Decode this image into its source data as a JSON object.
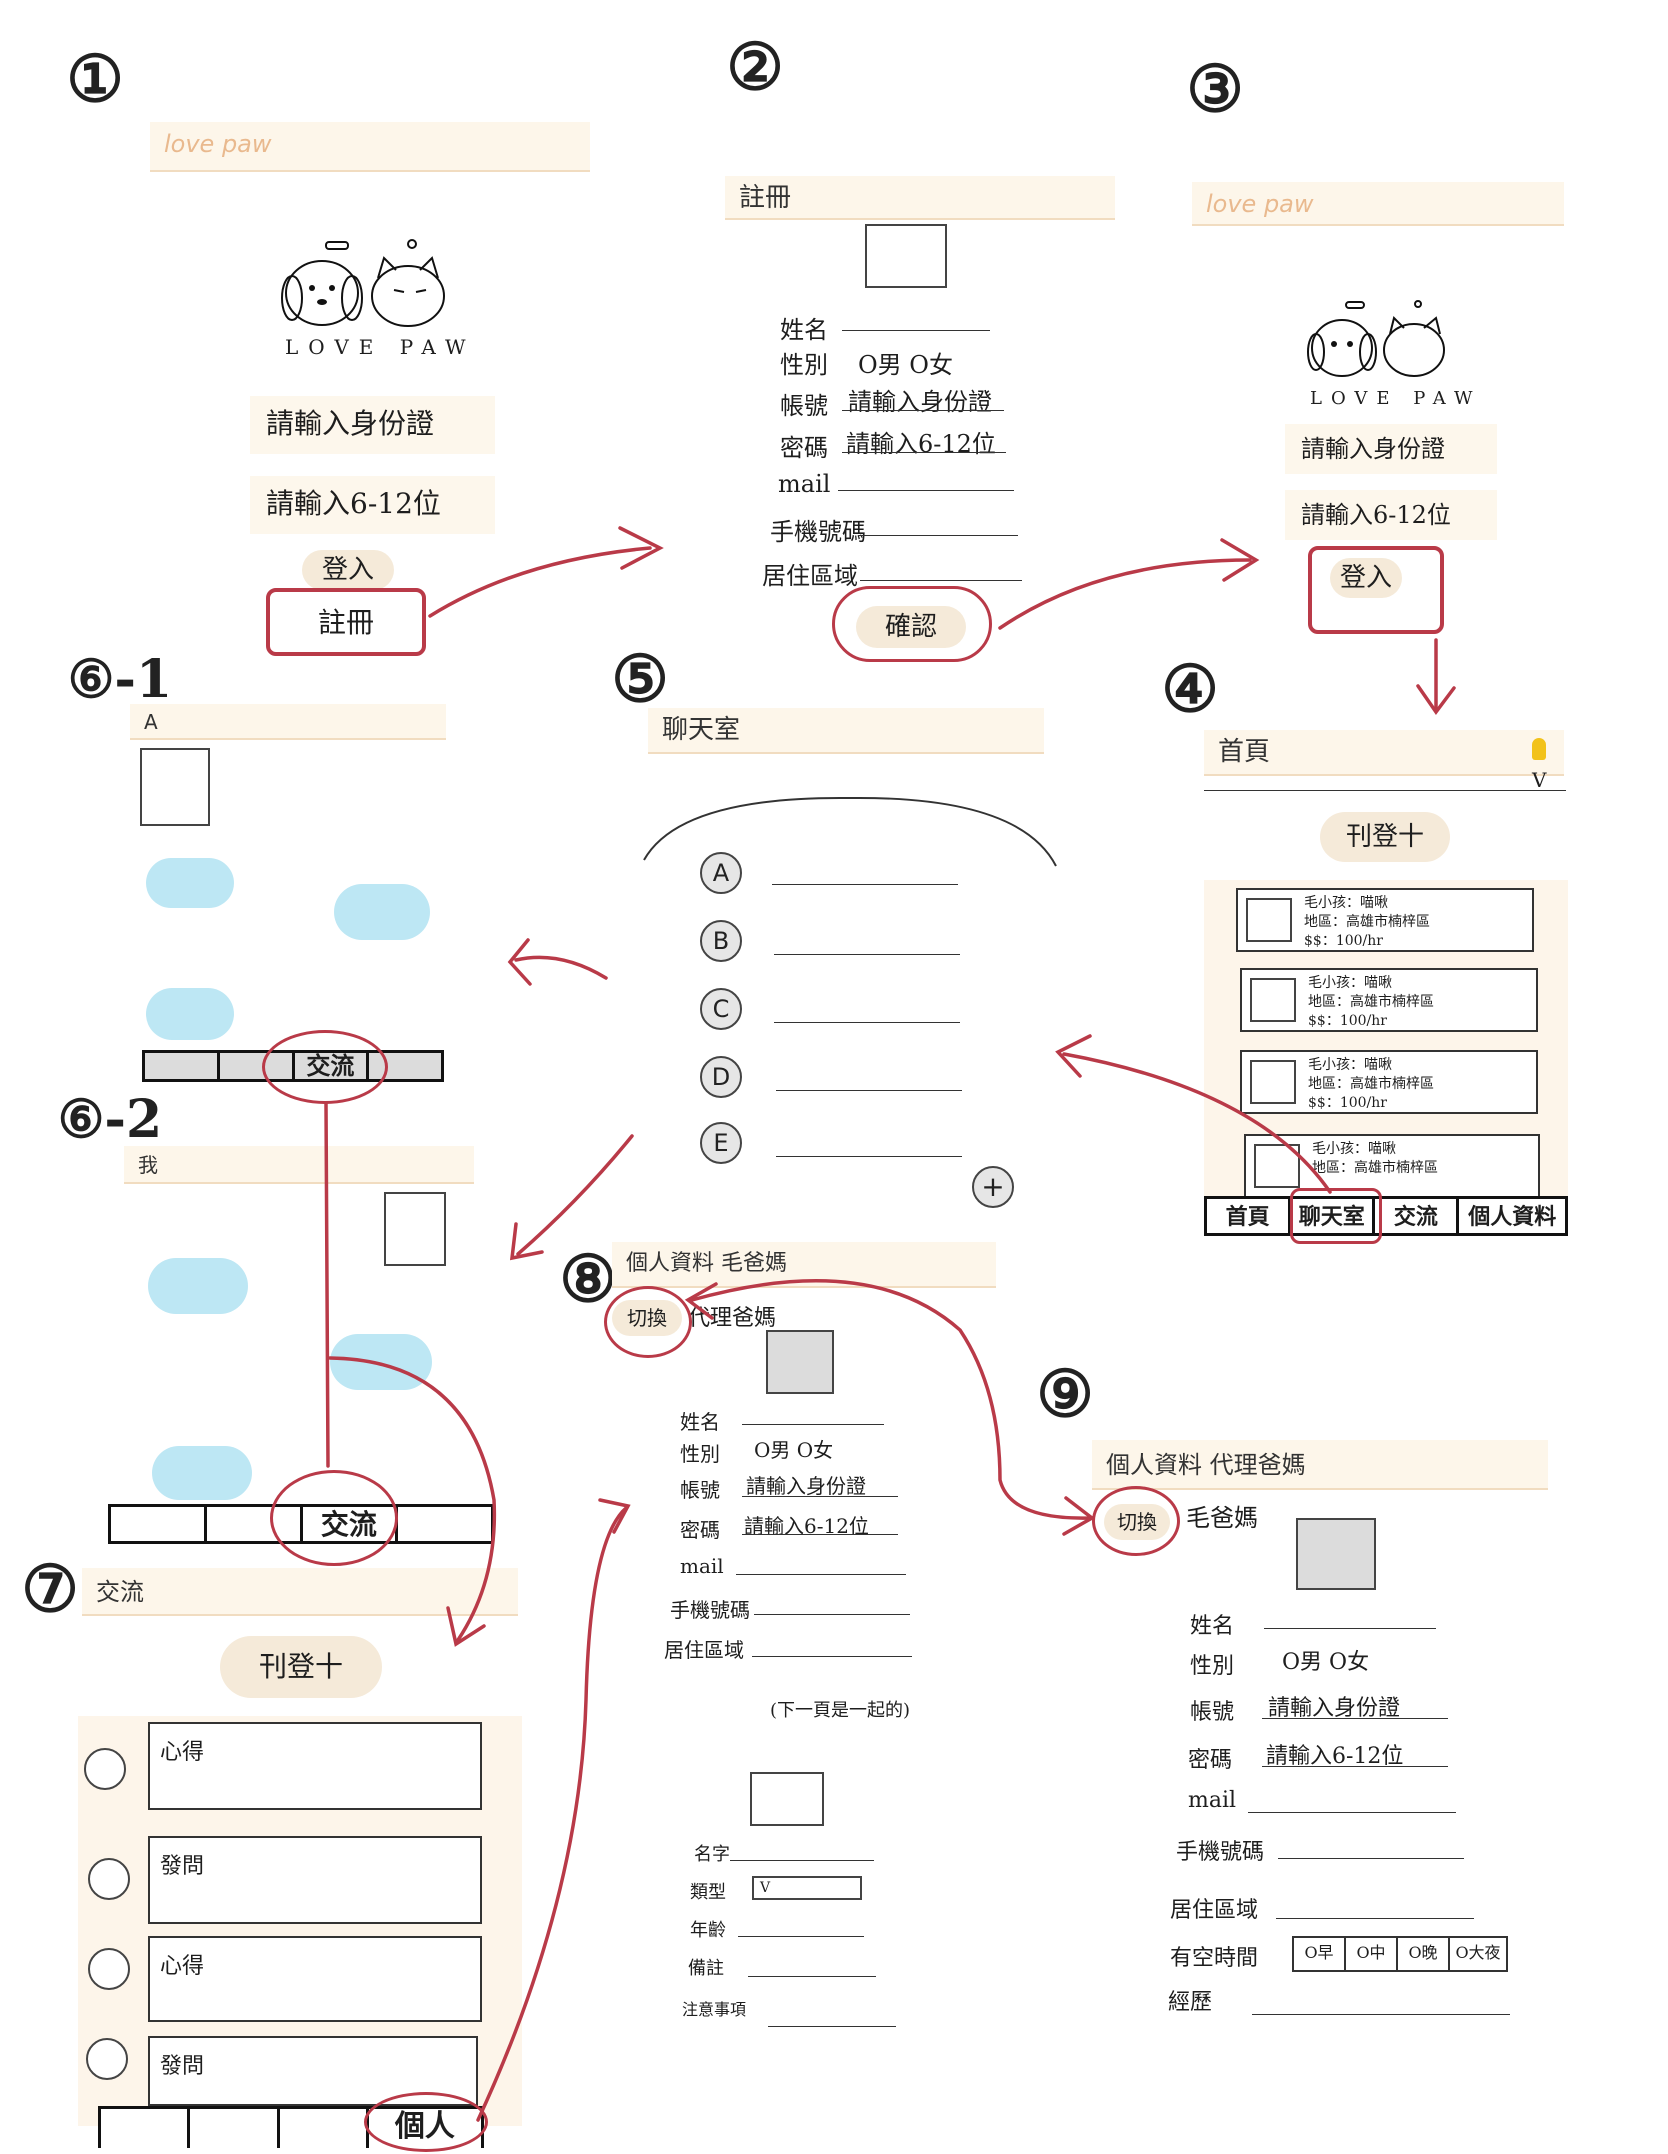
{
  "steps": {
    "s1": "①",
    "s2": "②",
    "s3": "③",
    "s4": "④",
    "s5": "⑤",
    "s6a": "⑥-1",
    "s6b": "⑥-2",
    "s7": "⑦",
    "s8": "⑧",
    "s9": "⑨"
  },
  "login": {
    "brand": "love paw",
    "logo_text": "LOVE PAW",
    "id_field": "請輸入身份證",
    "pw_field": "請輸入6-12位",
    "login_button": "登入",
    "register_button": "註冊"
  },
  "register": {
    "title": "註冊",
    "labels": [
      "姓名",
      "性別",
      "帳號",
      "密碼",
      "mail",
      "手機號碼",
      "居住區域"
    ],
    "gender_options": "O男  O女",
    "account_value": "請輸入身份證",
    "password_value": "請輸入6-12位",
    "confirm_button": "確認"
  },
  "home": {
    "title": "首頁",
    "dropdown": "V",
    "post_button": "刊登十",
    "card_line1": "毛小孩：喵啾",
    "card_line2": "地區：高雄市楠梓區",
    "card_line3": "$$：100/hr",
    "tabs": [
      "首頁",
      "聊天室",
      "交流",
      "個人資料"
    ]
  },
  "chat_list": {
    "title": "聊天室",
    "contacts": [
      "A",
      "B",
      "C",
      "D",
      "E"
    ],
    "add": "+"
  },
  "chat_a": {
    "title": "A",
    "tab": "交流"
  },
  "chat_me": {
    "title": "我",
    "tab": "交流"
  },
  "forum": {
    "title": "交流",
    "post_button": "刊登十",
    "posts": [
      "心得",
      "發問",
      "心得",
      "發問"
    ],
    "tab": "個人"
  },
  "profile_owner": {
    "title": "個人資料  毛爸媽",
    "switch": "切換",
    "switch_to": "代理爸媽",
    "labels": [
      "姓名",
      "性別",
      "帳號",
      "密碼",
      "mail",
      "手機號碼",
      "居住區域"
    ],
    "gender_options": "O男  O女",
    "account_value": "請輸入身份證",
    "password_value": "請輸入6-12位",
    "note": "(下一頁是一起的)",
    "pet_labels": [
      "名字",
      "類型",
      "年齡",
      "備註",
      "注意事項"
    ],
    "type_dropdown": "V"
  },
  "profile_agent": {
    "title": "個人資料 代理爸媽",
    "switch": "切換",
    "switch_to": "毛爸媽",
    "labels": [
      "姓名",
      "性別",
      "帳號",
      "密碼",
      "mail",
      "手機號碼",
      "居住區域",
      "有空時間",
      "經歷"
    ],
    "gender_options": "O男  O女",
    "account_value": "請輸入身份證",
    "password_value": "請輸入6-12位",
    "time_options": [
      "O早",
      "O中",
      "O晚",
      "O大夜"
    ]
  },
  "colors": {
    "accent_red": "#b93a48",
    "header_bg": "#fdf6ea",
    "bubble": "#bde7f4"
  }
}
